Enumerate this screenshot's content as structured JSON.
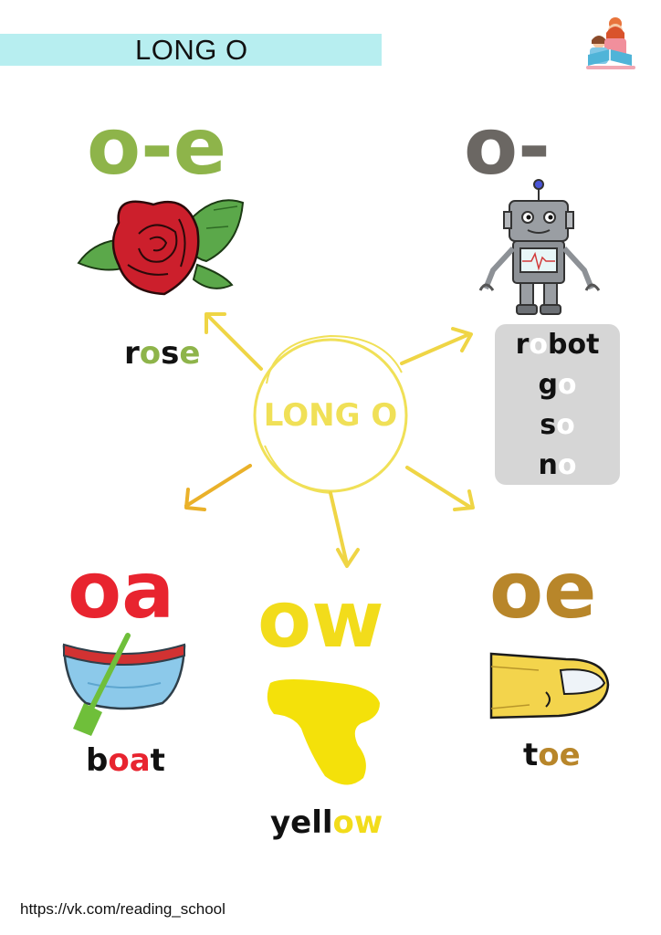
{
  "header": {
    "title": "LONG O"
  },
  "center": {
    "label": "LONG O"
  },
  "colors": {
    "banner": "#b7eef0",
    "o_e": "#8eb44a",
    "o_open": "#6b6763",
    "oa": "#e8242f",
    "ow": "#f2dc1b",
    "oe": "#b8862a",
    "center": "#f0e057",
    "arrow": "#efd545",
    "arrow_orange": "#eab12a",
    "dark": "#111111"
  },
  "patterns": {
    "o_e": "o-e",
    "o_open": "o-",
    "oa": "oa",
    "ow": "ow",
    "oe": "oe"
  },
  "words": {
    "rose": [
      {
        "t": "r",
        "c": "dark"
      },
      {
        "t": "o",
        "c": "o_e"
      },
      {
        "t": "s",
        "c": "dark"
      },
      {
        "t": "e",
        "c": "o_e"
      }
    ],
    "boat": [
      {
        "t": "b",
        "c": "dark"
      },
      {
        "t": "oa",
        "c": "oa"
      },
      {
        "t": "t",
        "c": "dark"
      }
    ],
    "yellow": [
      {
        "t": "yell",
        "c": "dark"
      },
      {
        "t": "ow",
        "c": "ow"
      }
    ],
    "toe": [
      {
        "t": "t",
        "c": "dark"
      },
      {
        "t": "oe",
        "c": "oe"
      }
    ]
  },
  "word_list": [
    [
      {
        "t": "r",
        "c": "dark"
      },
      {
        "t": "o",
        "c": "white"
      },
      {
        "t": "bot",
        "c": "dark"
      }
    ],
    [
      {
        "t": "g",
        "c": "dark"
      },
      {
        "t": "o",
        "c": "white"
      }
    ],
    [
      {
        "t": "s",
        "c": "dark"
      },
      {
        "t": "o",
        "c": "white"
      }
    ],
    [
      {
        "t": "n",
        "c": "dark"
      },
      {
        "t": "o",
        "c": "white"
      }
    ]
  ],
  "illustrations": {
    "o_e": "rose-icon",
    "o_open": "robot-icon",
    "oa": "boat-icon",
    "ow": "yellow-blob-icon",
    "oe": "toe-icon",
    "logo": "reading-school-logo-icon"
  },
  "footer": {
    "url": "https://vk.com/reading_school"
  }
}
